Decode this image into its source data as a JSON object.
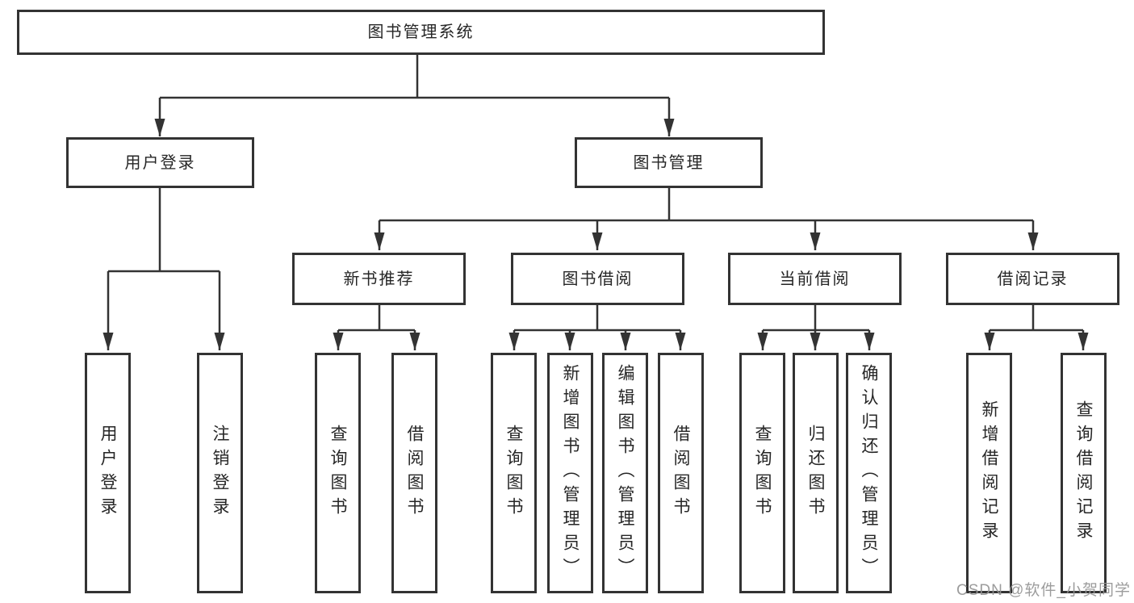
{
  "diagram": {
    "root": "图书管理系统",
    "branches": [
      {
        "label": "用户登录",
        "children": [
          {
            "label": "用户登录"
          },
          {
            "label": "注销登录"
          }
        ]
      },
      {
        "label": "图书管理",
        "children": [
          {
            "label": "新书推荐",
            "children": [
              {
                "label": "查询图书"
              },
              {
                "label": "借阅图书"
              }
            ]
          },
          {
            "label": "图书借阅",
            "children": [
              {
                "label": "查询图书"
              },
              {
                "label": "新增图书（管理员）"
              },
              {
                "label": "编辑图书（管理员）"
              },
              {
                "label": "借阅图书"
              }
            ]
          },
          {
            "label": "当前借阅",
            "children": [
              {
                "label": "查询图书"
              },
              {
                "label": "归还图书"
              },
              {
                "label": "确认归还（管理员）"
              }
            ]
          },
          {
            "label": "借阅记录",
            "children": [
              {
                "label": "新增借阅记录"
              },
              {
                "label": "查询借阅记录"
              }
            ]
          }
        ]
      }
    ]
  },
  "watermark": "CSDN @软件_小贺同学",
  "colors": {
    "line": "#333333",
    "box_border": "#333333",
    "text": "#262626",
    "watermark": "#949494",
    "background": "#ffffff"
  }
}
